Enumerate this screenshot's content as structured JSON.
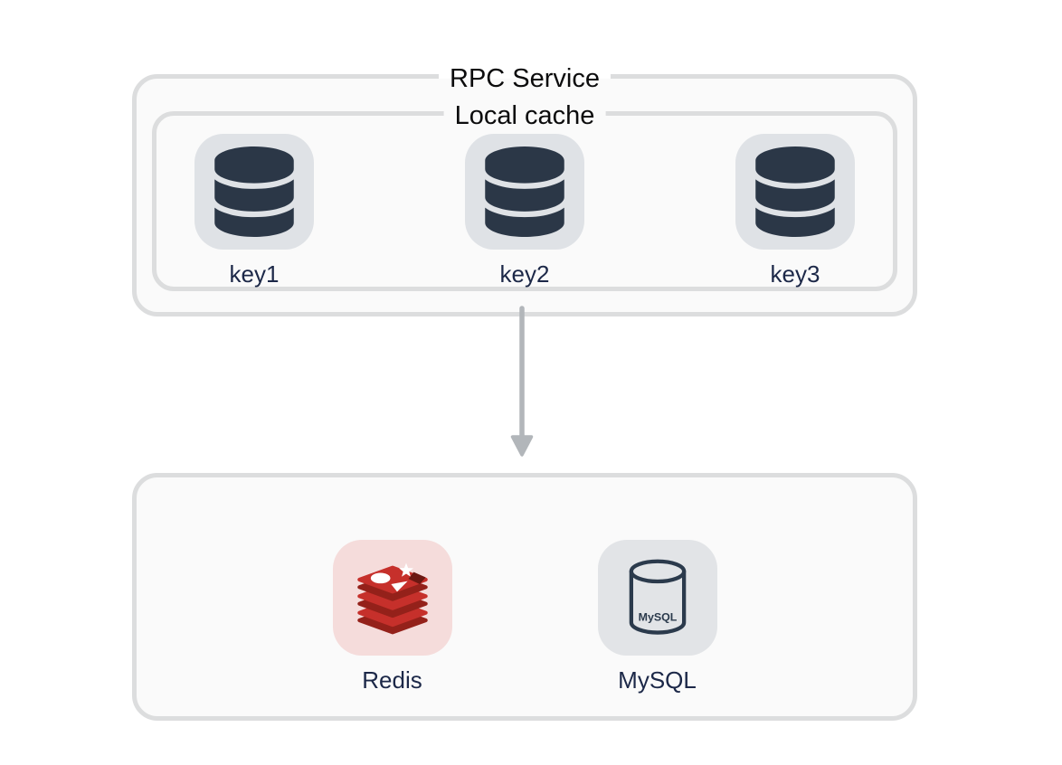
{
  "diagram": {
    "rpc_service": {
      "title": "RPC Service",
      "local_cache": {
        "title": "Local cache",
        "items": [
          {
            "label": "key1",
            "icon": "database-icon"
          },
          {
            "label": "key2",
            "icon": "database-icon"
          },
          {
            "label": "key3",
            "icon": "database-icon"
          }
        ]
      }
    },
    "arrow": {
      "direction": "down",
      "from": "RPC Service local cache",
      "to": "storage layer"
    },
    "storage": {
      "items": [
        {
          "label": "Redis",
          "icon": "redis-icon"
        },
        {
          "label": "MySQL",
          "icon": "mysql-icon",
          "icon_text": "MySQL"
        }
      ]
    },
    "colors": {
      "page_bg": "#ffffff",
      "box_fill": "#fafafa",
      "box_border": "#dcddde",
      "key_tile_gray": "#dfe2e6",
      "database_icon_navy": "#2b3747",
      "label_navy": "#1c2848",
      "title_text": "#0c0c0d",
      "arrow_gray": "#b2b6ba",
      "redis_tile_pink": "#f5dcdb",
      "redis_red": "#c6302b",
      "redis_dark_red": "#94211a",
      "redis_cube_dark": "#6b1812",
      "mysql_tile_gray": "#e2e4e7",
      "mysql_icon_navy": "#2b3a4c"
    }
  }
}
